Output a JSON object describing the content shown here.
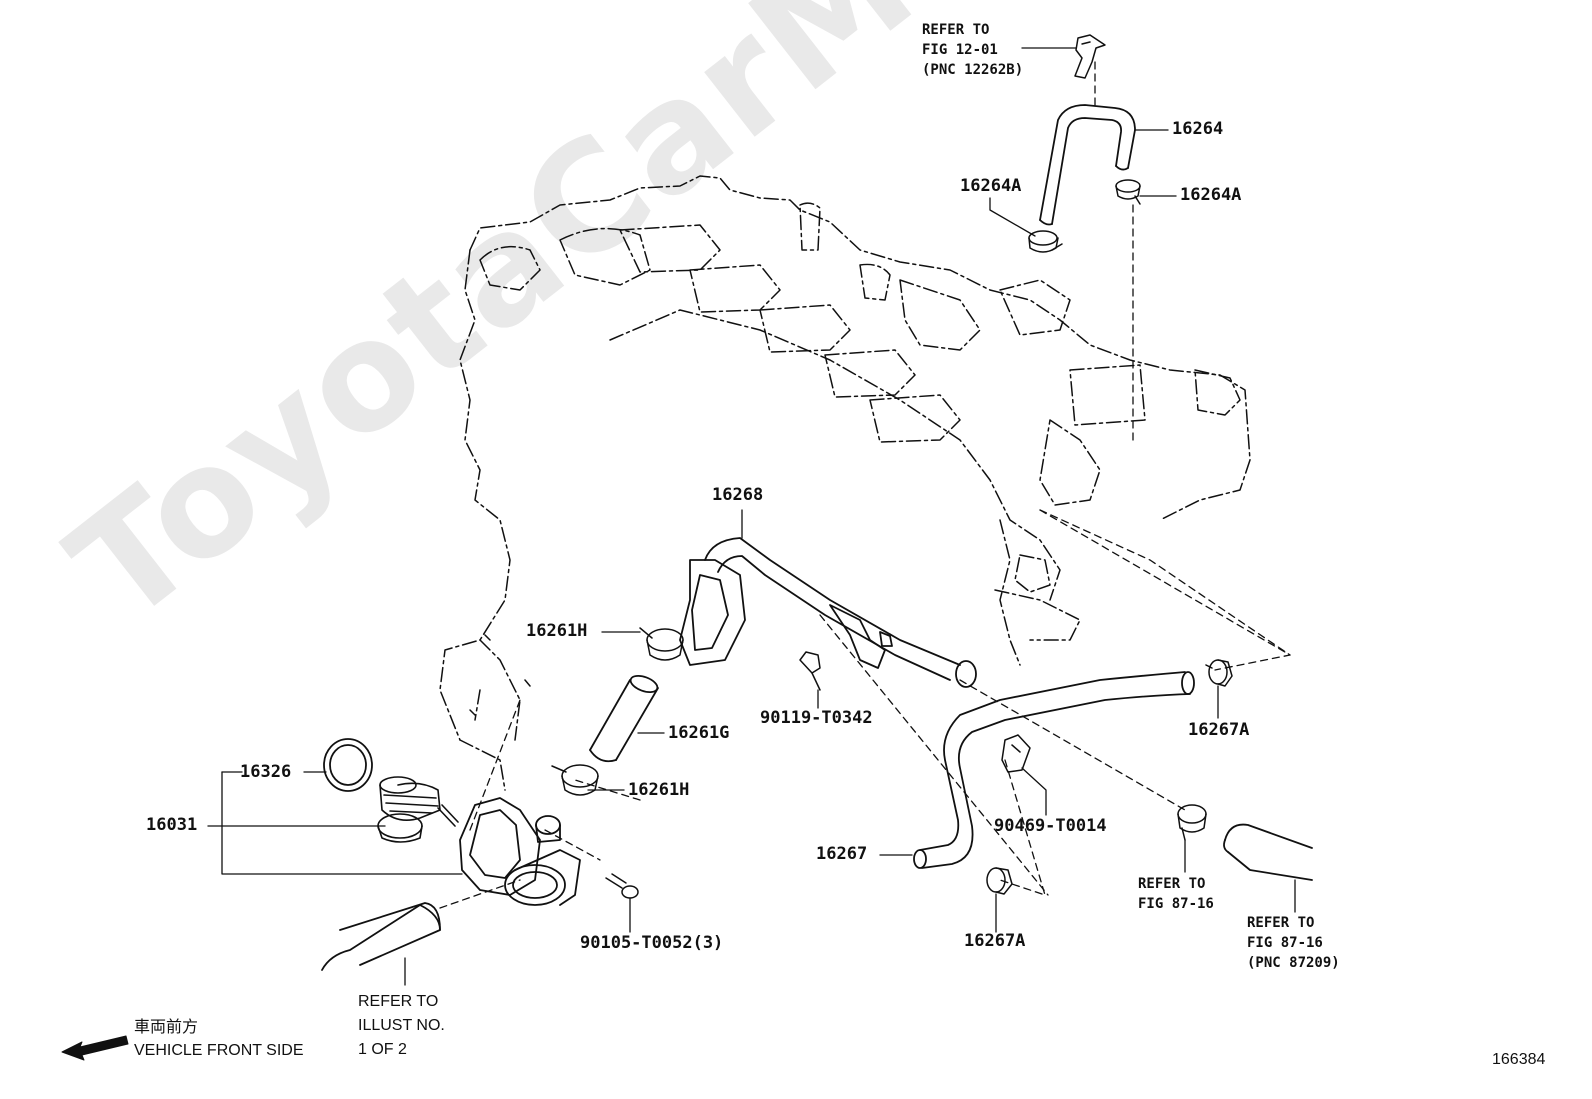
{
  "watermark": "ToyotaCarMine.ru",
  "figure_number": "166384",
  "direction": {
    "japanese": "車両前方",
    "english": "VEHICLE FRONT SIDE"
  },
  "callouts": {
    "p16264": "16264",
    "p16264A_left": "16264A",
    "p16264A_right": "16264A",
    "p16268": "16268",
    "p16261H_top": "16261H",
    "p16261G": "16261G",
    "p16261H_bottom": "16261H",
    "p16326": "16326",
    "p16031": "16031",
    "p90119": "90119-T0342",
    "p16267A_right": "16267A",
    "p90469": "90469-T0014",
    "p16267": "16267",
    "p16267A_bottom": "16267A",
    "p90105": "90105-T0052(3)"
  },
  "references": {
    "fig12": [
      "REFER TO",
      "FIG 12-01",
      "(PNC 12262B)"
    ],
    "fig87_a": [
      "REFER TO",
      "FIG 87-16"
    ],
    "fig87_b": [
      "REFER TO",
      "FIG 87-16",
      "(PNC 87209)"
    ],
    "illust": [
      "REFER TO",
      "ILLUST NO.",
      "1 OF 2"
    ]
  },
  "colors": {
    "line": "#111111",
    "watermark": "#e9e9e9"
  }
}
